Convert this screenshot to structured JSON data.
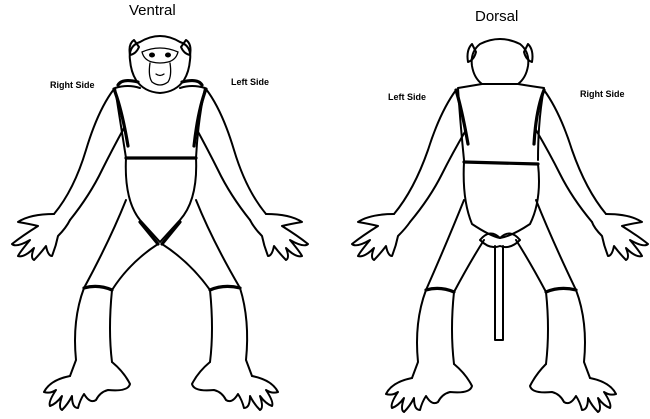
{
  "ventral": {
    "title": "Ventral",
    "right_label": "Right Side",
    "left_label": "Left Side"
  },
  "dorsal": {
    "title": "Dorsal",
    "left_label": "Left Side",
    "right_label": "Right Side"
  }
}
